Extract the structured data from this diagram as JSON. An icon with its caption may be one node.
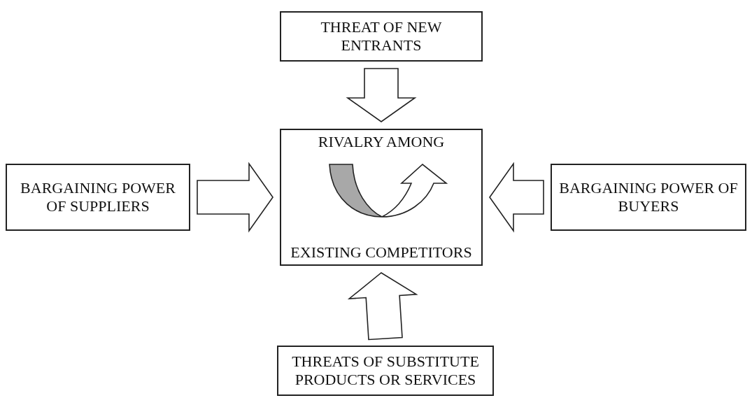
{
  "diagram": {
    "nodes": [
      {
        "text": [
          "THREAT OF NEW ENTRANTS"
        ]
      },
      {
        "text": [
          "BARGAINING POWER OF SUPPLIERS"
        ]
      },
      {
        "text": [
          "RIVALRY AMONG",
          "EXISTING COMPETITORS"
        ]
      },
      {
        "text": [
          "BARGAINING POWER OF BUYERS"
        ]
      },
      {
        "text": [
          "THREATS OF SUBSTITUTE PRODUCTS OR SERVICES"
        ]
      }
    ],
    "edges": [
      {
        "from": 0,
        "to": 2,
        "arrow": "to"
      },
      {
        "from": 1,
        "to": 2,
        "arrow": "to"
      },
      {
        "from": 3,
        "to": 2,
        "arrow": "to"
      },
      {
        "from": 4,
        "to": 2,
        "arrow": "to"
      }
    ]
  }
}
